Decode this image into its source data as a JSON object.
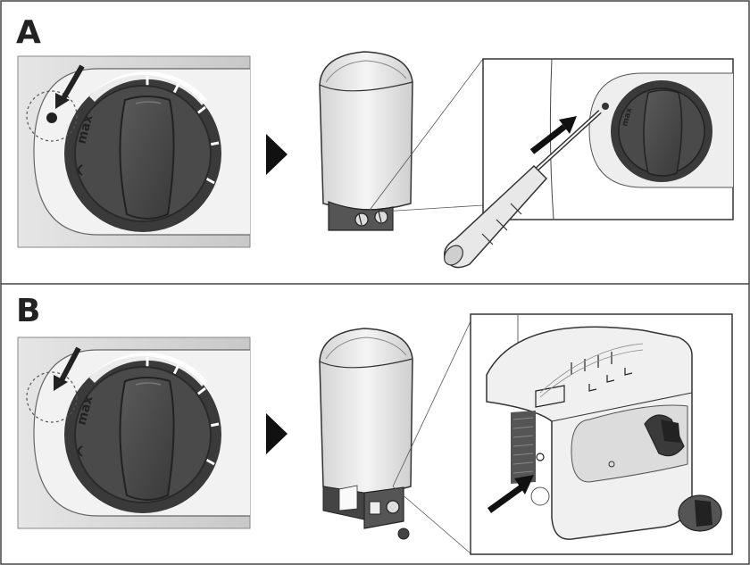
{
  "panels": [
    {
      "label": "A",
      "dial_text": "max"
    },
    {
      "label": "B",
      "dial_text": "max"
    }
  ],
  "colors": {
    "outline": "#333333",
    "dial_dark": "#4a4a4a",
    "dial_ring": "#3a3a3a",
    "panel_gray": "#d6d6d6",
    "heater_light": "#e6e6e6"
  }
}
